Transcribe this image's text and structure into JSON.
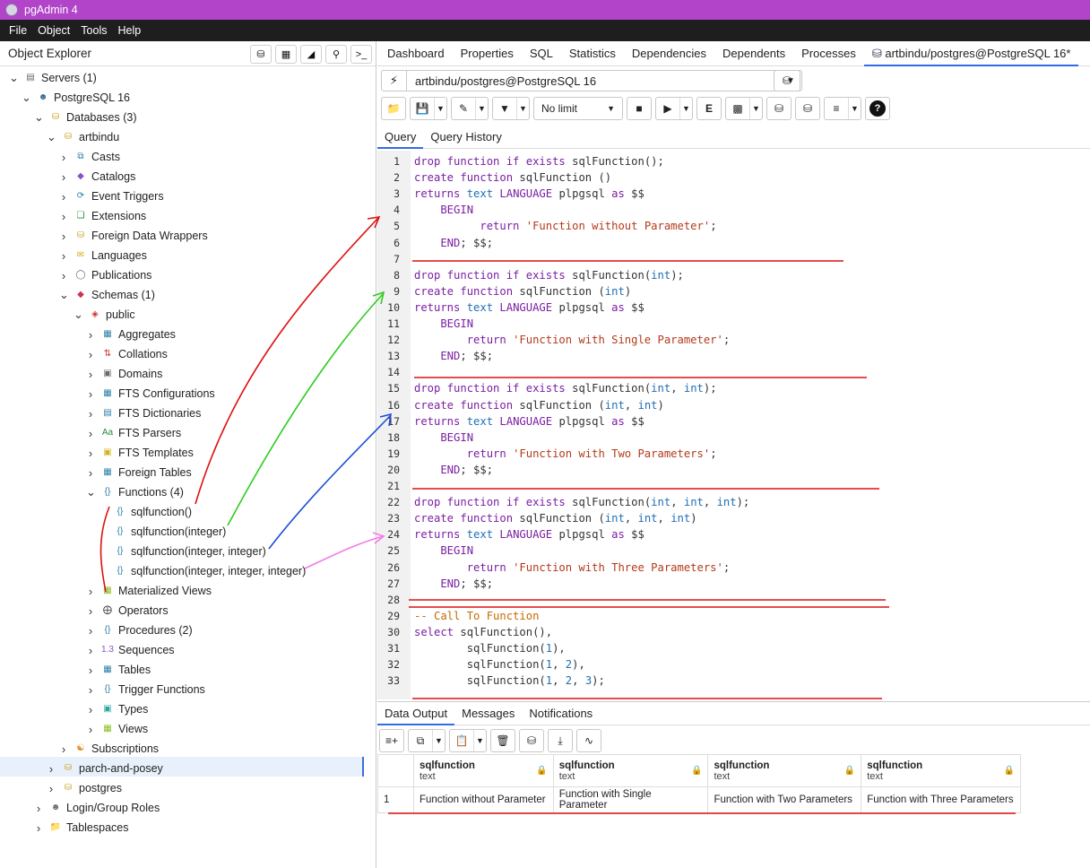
{
  "window": {
    "title": "pgAdmin 4"
  },
  "menu": {
    "items": [
      "File",
      "Object",
      "Tools",
      "Help"
    ]
  },
  "explorer": {
    "title": "Object Explorer",
    "tree": [
      {
        "label": "Servers (1)",
        "level": 0,
        "expanded": true,
        "icon": "server-icon"
      },
      {
        "label": "PostgreSQL 16",
        "level": 1,
        "expanded": true,
        "icon": "elephant-icon"
      },
      {
        "label": "Databases (3)",
        "level": 2,
        "expanded": true,
        "icon": "databases-icon"
      },
      {
        "label": "artbindu",
        "level": 3,
        "expanded": true,
        "icon": "database-icon"
      },
      {
        "label": "Casts",
        "level": 4,
        "expanded": false,
        "icon": "casts-icon"
      },
      {
        "label": "Catalogs",
        "level": 4,
        "expanded": false,
        "icon": "catalogs-icon"
      },
      {
        "label": "Event Triggers",
        "level": 4,
        "expanded": false,
        "icon": "event-trigger-icon"
      },
      {
        "label": "Extensions",
        "level": 4,
        "expanded": false,
        "icon": "extension-icon"
      },
      {
        "label": "Foreign Data Wrappers",
        "level": 4,
        "expanded": false,
        "icon": "fdw-icon"
      },
      {
        "label": "Languages",
        "level": 4,
        "expanded": false,
        "icon": "language-icon"
      },
      {
        "label": "Publications",
        "level": 4,
        "expanded": false,
        "icon": "publication-icon"
      },
      {
        "label": "Schemas (1)",
        "level": 4,
        "expanded": true,
        "icon": "schemas-icon"
      },
      {
        "label": "public",
        "level": 5,
        "expanded": true,
        "icon": "schema-icon"
      },
      {
        "label": "Aggregates",
        "level": 6,
        "expanded": false,
        "icon": "aggregate-icon"
      },
      {
        "label": "Collations",
        "level": 6,
        "expanded": false,
        "icon": "collation-icon"
      },
      {
        "label": "Domains",
        "level": 6,
        "expanded": false,
        "icon": "domain-icon"
      },
      {
        "label": "FTS Configurations",
        "level": 6,
        "expanded": false,
        "icon": "fts-config-icon"
      },
      {
        "label": "FTS Dictionaries",
        "level": 6,
        "expanded": false,
        "icon": "fts-dictionary-icon"
      },
      {
        "label": "FTS Parsers",
        "level": 6,
        "expanded": false,
        "icon": "fts-parser-icon"
      },
      {
        "label": "FTS Templates",
        "level": 6,
        "expanded": false,
        "icon": "fts-template-icon"
      },
      {
        "label": "Foreign Tables",
        "level": 6,
        "expanded": false,
        "icon": "foreign-table-icon"
      },
      {
        "label": "Functions (4)",
        "level": 6,
        "expanded": true,
        "icon": "functions-icon"
      },
      {
        "label": "sqlfunction()",
        "level": 7,
        "expanded": null,
        "icon": "function-icon"
      },
      {
        "label": "sqlfunction(integer)",
        "level": 7,
        "expanded": null,
        "icon": "function-icon"
      },
      {
        "label": "sqlfunction(integer, integer)",
        "level": 7,
        "expanded": null,
        "icon": "function-icon"
      },
      {
        "label": "sqlfunction(integer, integer, integer)",
        "level": 7,
        "expanded": null,
        "icon": "function-icon"
      },
      {
        "label": "Materialized Views",
        "level": 6,
        "expanded": false,
        "icon": "matview-icon"
      },
      {
        "label": "Operators",
        "level": 6,
        "expanded": false,
        "icon": "operator-icon"
      },
      {
        "label": "Procedures (2)",
        "level": 6,
        "expanded": false,
        "icon": "procedure-icon"
      },
      {
        "label": "Sequences",
        "level": 6,
        "expanded": false,
        "icon": "sequence-icon"
      },
      {
        "label": "Tables",
        "level": 6,
        "expanded": false,
        "icon": "table-icon"
      },
      {
        "label": "Trigger Functions",
        "level": 6,
        "expanded": false,
        "icon": "trigger-function-icon"
      },
      {
        "label": "Types",
        "level": 6,
        "expanded": false,
        "icon": "type-icon"
      },
      {
        "label": "Views",
        "level": 6,
        "expanded": false,
        "icon": "view-icon"
      },
      {
        "label": "Subscriptions",
        "level": 4,
        "expanded": false,
        "icon": "subscription-icon"
      },
      {
        "label": "parch-and-posey",
        "level": 3,
        "expanded": false,
        "icon": "database-icon"
      },
      {
        "label": "postgres",
        "level": 3,
        "expanded": false,
        "icon": "database-icon"
      },
      {
        "label": "Login/Group Roles",
        "level": 2,
        "expanded": false,
        "icon": "roles-icon"
      },
      {
        "label": "Tablespaces",
        "level": 2,
        "expanded": false,
        "icon": "tablespace-icon"
      }
    ]
  },
  "tabs": [
    "Dashboard",
    "Properties",
    "SQL",
    "Statistics",
    "Dependencies",
    "Dependents",
    "Processes",
    "artbindu/postgres@PostgreSQL 16*"
  ],
  "query_tool": {
    "connection": "artbindu/postgres@PostgreSQL 16",
    "limit": "No limit",
    "tabs": [
      "Query",
      "Query History"
    ],
    "code_lines": [
      [
        [
          "kw",
          "drop function if exists "
        ],
        [
          "pl",
          "sqlFunction();"
        ]
      ],
      [
        [
          "kw",
          "create function "
        ],
        [
          "pl",
          "sqlFunction ()"
        ]
      ],
      [
        [
          "kw",
          "returns "
        ],
        [
          "ty",
          "text "
        ],
        [
          "kw",
          "LANGUAGE "
        ],
        [
          "pl",
          "plpgsql "
        ],
        [
          "kw",
          "as "
        ],
        [
          "pl",
          "$$"
        ]
      ],
      [
        [
          "kw",
          "    BEGIN"
        ]
      ],
      [
        [
          "kw",
          "          return "
        ],
        [
          "st",
          "'Function without Parameter'"
        ],
        [
          "pl",
          ";"
        ]
      ],
      [
        [
          "kw",
          "    END"
        ],
        [
          "pl",
          "; $$;"
        ]
      ],
      [],
      [
        [
          "kw",
          "drop function if exists "
        ],
        [
          "pl",
          "sqlFunction("
        ],
        [
          "ty",
          "int"
        ],
        [
          "pl",
          ");"
        ]
      ],
      [
        [
          "kw",
          "create function "
        ],
        [
          "pl",
          "sqlFunction ("
        ],
        [
          "ty",
          "int"
        ],
        [
          "pl",
          ")"
        ]
      ],
      [
        [
          "kw",
          "returns "
        ],
        [
          "ty",
          "text "
        ],
        [
          "kw",
          "LANGUAGE "
        ],
        [
          "pl",
          "plpgsql "
        ],
        [
          "kw",
          "as "
        ],
        [
          "pl",
          "$$"
        ]
      ],
      [
        [
          "kw",
          "    BEGIN"
        ]
      ],
      [
        [
          "kw",
          "        return "
        ],
        [
          "st",
          "'Function with Single Parameter'"
        ],
        [
          "pl",
          ";"
        ]
      ],
      [
        [
          "kw",
          "    END"
        ],
        [
          "pl",
          "; $$;"
        ]
      ],
      [],
      [
        [
          "kw",
          "drop function if exists "
        ],
        [
          "pl",
          "sqlFunction("
        ],
        [
          "ty",
          "int"
        ],
        [
          "pl",
          ", "
        ],
        [
          "ty",
          "int"
        ],
        [
          "pl",
          ");"
        ]
      ],
      [
        [
          "kw",
          "create function "
        ],
        [
          "pl",
          "sqlFunction ("
        ],
        [
          "ty",
          "int"
        ],
        [
          "pl",
          ", "
        ],
        [
          "ty",
          "int"
        ],
        [
          "pl",
          ")"
        ]
      ],
      [
        [
          "kw",
          "returns "
        ],
        [
          "ty",
          "text "
        ],
        [
          "kw",
          "LANGUAGE "
        ],
        [
          "pl",
          "plpgsql "
        ],
        [
          "kw",
          "as "
        ],
        [
          "pl",
          "$$"
        ]
      ],
      [
        [
          "kw",
          "    BEGIN"
        ]
      ],
      [
        [
          "kw",
          "        return "
        ],
        [
          "st",
          "'Function with Two Parameters'"
        ],
        [
          "pl",
          ";"
        ]
      ],
      [
        [
          "kw",
          "    END"
        ],
        [
          "pl",
          "; $$;"
        ]
      ],
      [],
      [
        [
          "kw",
          "drop function if exists "
        ],
        [
          "pl",
          "sqlFunction("
        ],
        [
          "ty",
          "int"
        ],
        [
          "pl",
          ", "
        ],
        [
          "ty",
          "int"
        ],
        [
          "pl",
          ", "
        ],
        [
          "ty",
          "int"
        ],
        [
          "pl",
          ");"
        ]
      ],
      [
        [
          "kw",
          "create function "
        ],
        [
          "pl",
          "sqlFunction ("
        ],
        [
          "ty",
          "int"
        ],
        [
          "pl",
          ", "
        ],
        [
          "ty",
          "int"
        ],
        [
          "pl",
          ", "
        ],
        [
          "ty",
          "int"
        ],
        [
          "pl",
          ")"
        ]
      ],
      [
        [
          "kw",
          "returns "
        ],
        [
          "ty",
          "text "
        ],
        [
          "kw",
          "LANGUAGE "
        ],
        [
          "pl",
          "plpgsql "
        ],
        [
          "kw",
          "as "
        ],
        [
          "pl",
          "$$"
        ]
      ],
      [
        [
          "kw",
          "    BEGIN"
        ]
      ],
      [
        [
          "kw",
          "        return "
        ],
        [
          "st",
          "'Function with Three Parameters'"
        ],
        [
          "pl",
          ";"
        ]
      ],
      [
        [
          "kw",
          "    END"
        ],
        [
          "pl",
          "; $$;"
        ]
      ],
      [],
      [
        [
          "cm",
          "-- Call To Function"
        ]
      ],
      [
        [
          "kw",
          "select "
        ],
        [
          "pl",
          "sqlFunction(),"
        ]
      ],
      [
        [
          "pl",
          "        sqlFunction("
        ],
        [
          "ty",
          "1"
        ],
        [
          "pl",
          "),"
        ]
      ],
      [
        [
          "pl",
          "        sqlFunction("
        ],
        [
          "ty",
          "1"
        ],
        [
          "pl",
          ", "
        ],
        [
          "ty",
          "2"
        ],
        [
          "pl",
          "),"
        ]
      ],
      [
        [
          "pl",
          "        sqlFunction("
        ],
        [
          "ty",
          "1"
        ],
        [
          "pl",
          ", "
        ],
        [
          "ty",
          "2"
        ],
        [
          "pl",
          ", "
        ],
        [
          "ty",
          "3"
        ],
        [
          "pl",
          ");"
        ]
      ]
    ]
  },
  "results": {
    "tabs": [
      "Data Output",
      "Messages",
      "Notifications"
    ],
    "columns": [
      {
        "name": "sqlfunction",
        "type": "text"
      },
      {
        "name": "sqlfunction",
        "type": "text"
      },
      {
        "name": "sqlfunction",
        "type": "text"
      },
      {
        "name": "sqlfunction",
        "type": "text"
      }
    ],
    "rows": [
      {
        "index": "1",
        "cells": [
          "Function without Parameter",
          "Function with Single Parameter",
          "Function with Two Parameters",
          "Function with Three Parameters"
        ]
      }
    ]
  },
  "colors": {
    "titlebar": "#b144c8",
    "accent": "#326ce5",
    "red": "#d11",
    "green": "#2ecc1f",
    "blue": "#1d4fd6",
    "pink": "#f27ce6"
  }
}
